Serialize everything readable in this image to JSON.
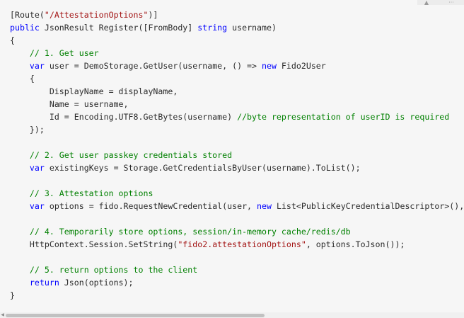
{
  "code_block": {
    "lines": [
      [
        {
          "t": "[Route(",
          "c": "pl"
        },
        {
          "t": "\"/AttestationOptions\"",
          "c": "st"
        },
        {
          "t": ")]",
          "c": "pl"
        }
      ],
      [
        {
          "t": "public",
          "c": "kw"
        },
        {
          "t": " JsonResult Register([FromBody] ",
          "c": "pl"
        },
        {
          "t": "string",
          "c": "kw"
        },
        {
          "t": " username)",
          "c": "pl"
        }
      ],
      [
        {
          "t": "{",
          "c": "pl"
        }
      ],
      [
        {
          "t": "    ",
          "c": "pl"
        },
        {
          "t": "// 1. Get user",
          "c": "cm"
        }
      ],
      [
        {
          "t": "    ",
          "c": "pl"
        },
        {
          "t": "var",
          "c": "kw"
        },
        {
          "t": " user = DemoStorage.GetUser(username, () => ",
          "c": "pl"
        },
        {
          "t": "new",
          "c": "kw"
        },
        {
          "t": " Fido2User",
          "c": "pl"
        }
      ],
      [
        {
          "t": "    {",
          "c": "pl"
        }
      ],
      [
        {
          "t": "        DisplayName = displayName,",
          "c": "pl"
        }
      ],
      [
        {
          "t": "        Name = username,",
          "c": "pl"
        }
      ],
      [
        {
          "t": "        Id = Encoding.UTF8.GetBytes(username) ",
          "c": "pl"
        },
        {
          "t": "//byte representation of userID is required",
          "c": "cm"
        }
      ],
      [
        {
          "t": "    });",
          "c": "pl"
        }
      ],
      [
        {
          "t": "",
          "c": "pl"
        }
      ],
      [
        {
          "t": "    ",
          "c": "pl"
        },
        {
          "t": "// 2. Get user passkey credentials stored",
          "c": "cm"
        }
      ],
      [
        {
          "t": "    ",
          "c": "pl"
        },
        {
          "t": "var",
          "c": "kw"
        },
        {
          "t": " existingKeys = Storage.GetCredentialsByUser(username).ToList();",
          "c": "pl"
        }
      ],
      [
        {
          "t": "",
          "c": "pl"
        }
      ],
      [
        {
          "t": "    ",
          "c": "pl"
        },
        {
          "t": "// 3. Attestation options",
          "c": "cm"
        }
      ],
      [
        {
          "t": "    ",
          "c": "pl"
        },
        {
          "t": "var",
          "c": "kw"
        },
        {
          "t": " options = fido.RequestNewCredential(user, ",
          "c": "pl"
        },
        {
          "t": "new",
          "c": "kw"
        },
        {
          "t": " List<PublicKeyCredentialDescriptor>(),",
          "c": "pl"
        }
      ],
      [
        {
          "t": "",
          "c": "pl"
        }
      ],
      [
        {
          "t": "    ",
          "c": "pl"
        },
        {
          "t": "// 4. Temporarily store options, session/in-memory cache/redis/db",
          "c": "cm"
        }
      ],
      [
        {
          "t": "    HttpContext.Session.SetString(",
          "c": "pl"
        },
        {
          "t": "\"fido2.attestationOptions\"",
          "c": "st"
        },
        {
          "t": ", options.ToJson());",
          "c": "pl"
        }
      ],
      [
        {
          "t": "",
          "c": "pl"
        }
      ],
      [
        {
          "t": "    ",
          "c": "pl"
        },
        {
          "t": "// 5. return options to the client",
          "c": "cm"
        }
      ],
      [
        {
          "t": "    ",
          "c": "pl"
        },
        {
          "t": "return",
          "c": "kw"
        },
        {
          "t": " Json(options);",
          "c": "pl"
        }
      ],
      [
        {
          "t": "}",
          "c": "pl"
        }
      ]
    ]
  },
  "colors": {
    "keyword": "#0000ff",
    "comment": "#008000",
    "string": "#a31515",
    "plain": "#2b2b2b",
    "background": "#f6f6f6"
  },
  "scroll_buttons": {
    "up_icon": "▲",
    "left_icon": "◀",
    "more_icon": "···"
  }
}
